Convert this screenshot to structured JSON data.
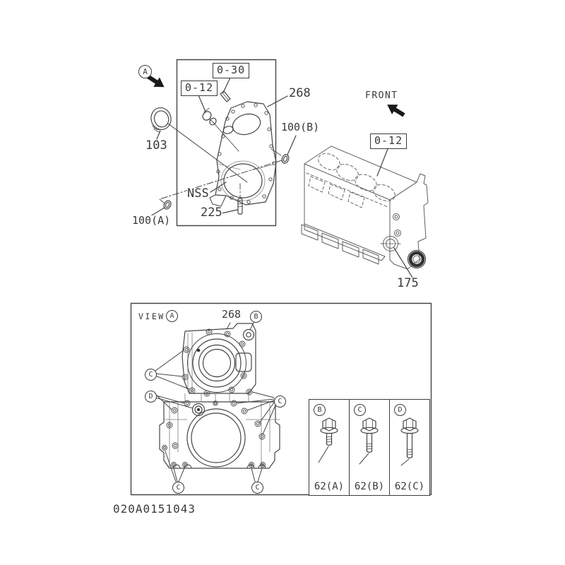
{
  "figure_code": "020A0151043",
  "top_view": {
    "detail_marker": "A",
    "front_label": "FRONT",
    "ref_cover": "0-12",
    "ref_pin": "0-30",
    "ref_block": "0-12",
    "part_cover": "268",
    "part_seal": "103",
    "part_oring_b": "100(B)",
    "part_oring_a": "100(A)",
    "part_gasket": "NSS",
    "part_stud": "225",
    "part_crank_seal": "175"
  },
  "detail_view": {
    "view_label": "VIEW",
    "view_marker": "A",
    "part_cover": "268",
    "marker_b": "B",
    "marker_c": "C",
    "marker_d": "D",
    "legend": [
      {
        "marker": "B",
        "part": "62(A)"
      },
      {
        "marker": "C",
        "part": "62(B)"
      },
      {
        "marker": "D",
        "part": "62(C)"
      }
    ]
  }
}
